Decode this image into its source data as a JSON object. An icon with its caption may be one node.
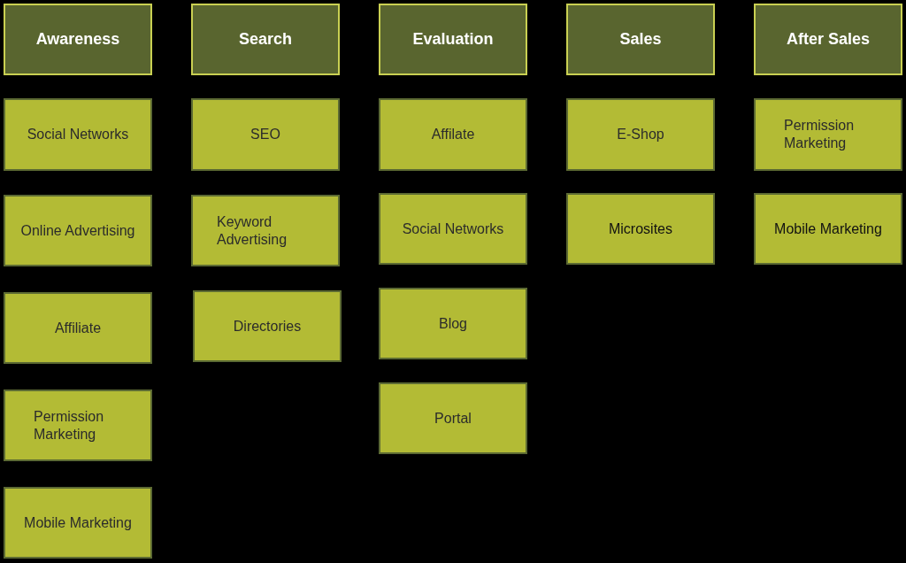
{
  "diagram": {
    "nodes": [
      {
        "text": [
          "Awareness"
        ]
      },
      {
        "text": [
          "Search"
        ]
      },
      {
        "text": [
          "Evaluation"
        ]
      },
      {
        "text": [
          "Sales"
        ]
      },
      {
        "text": [
          "After Sales"
        ]
      },
      {
        "text": [
          "Social Networks"
        ]
      },
      {
        "text": [
          "SEO"
        ]
      },
      {
        "text": [
          "Affilate"
        ]
      },
      {
        "text": [
          "E-Shop"
        ]
      },
      {
        "text": [
          "Permission Marketing"
        ]
      },
      {
        "text": [
          "Online Advertising"
        ]
      },
      {
        "text": [
          "Keyword Advertising"
        ]
      },
      {
        "text": [
          "Social Networks"
        ]
      },
      {
        "text": [
          "Microsites"
        ]
      },
      {
        "text": [
          "Mobile Marketing"
        ]
      },
      {
        "text": [
          "Affiliate"
        ]
      },
      {
        "text": [
          "Directories"
        ]
      },
      {
        "text": [
          "Blog"
        ]
      },
      {
        "text": [
          "Permission Marketing"
        ]
      },
      {
        "text": [
          "Portal"
        ]
      },
      {
        "text": [
          "Mobile Marketing"
        ]
      }
    ]
  }
}
